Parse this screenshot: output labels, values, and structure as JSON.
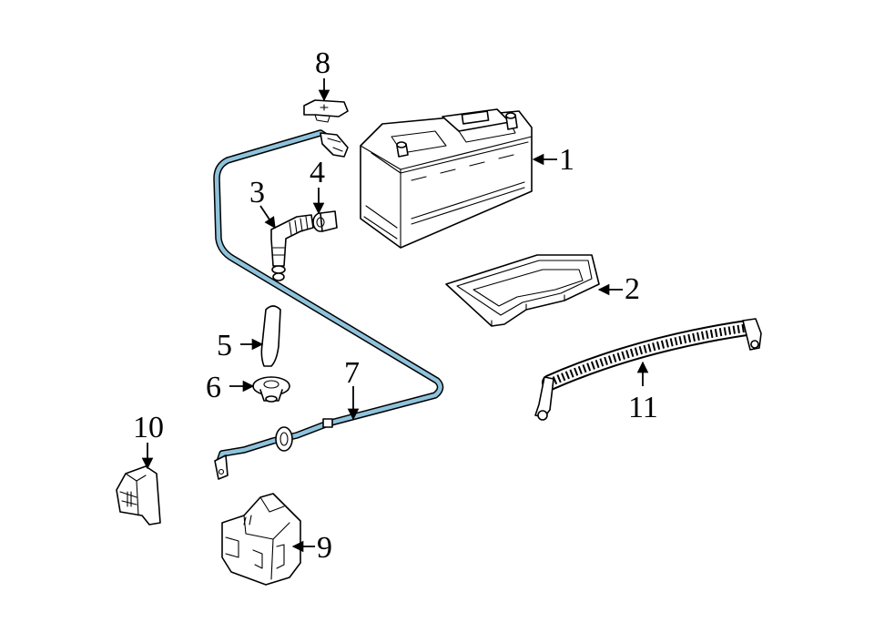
{
  "diagram": {
    "accent_color": "#8fc3dc",
    "callouts": [
      {
        "id": "1",
        "label": "1"
      },
      {
        "id": "2",
        "label": "2"
      },
      {
        "id": "3",
        "label": "3"
      },
      {
        "id": "4",
        "label": "4"
      },
      {
        "id": "5",
        "label": "5"
      },
      {
        "id": "6",
        "label": "6"
      },
      {
        "id": "7",
        "label": "7"
      },
      {
        "id": "8",
        "label": "8"
      },
      {
        "id": "9",
        "label": "9"
      },
      {
        "id": "10",
        "label": "10"
      },
      {
        "id": "11",
        "label": "11"
      }
    ]
  }
}
